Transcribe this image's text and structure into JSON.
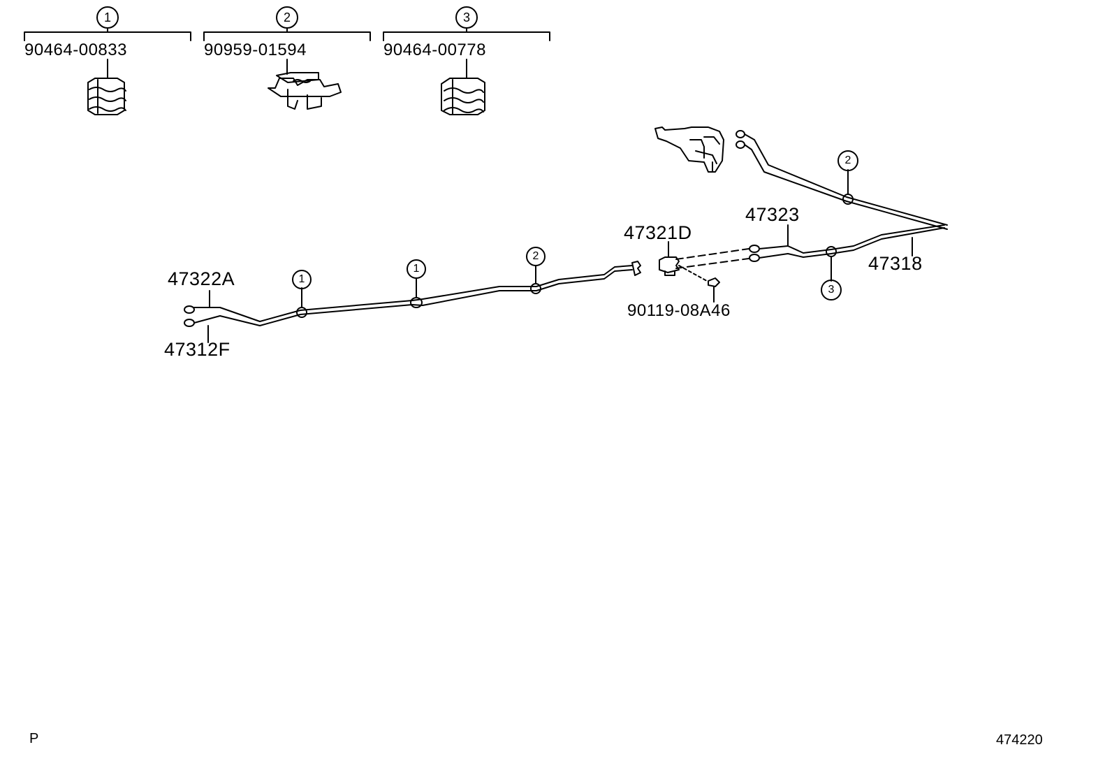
{
  "legend": [
    {
      "number": "1",
      "part_no": "90464-00833"
    },
    {
      "number": "2",
      "part_no": "90959-01594"
    },
    {
      "number": "3",
      "part_no": "90464-00778"
    }
  ],
  "parts": {
    "p47322A": "47322A",
    "p47312F": "47312F",
    "p47321D": "47321D",
    "p47323": "47323",
    "p47318": "47318",
    "p90119": "90119-08A46"
  },
  "callouts": {
    "c1a": "1",
    "c1b": "1",
    "c2a": "2",
    "c2b": "2",
    "c3a": "3"
  },
  "footer": {
    "left_code": "P",
    "ref_no": "474220"
  }
}
